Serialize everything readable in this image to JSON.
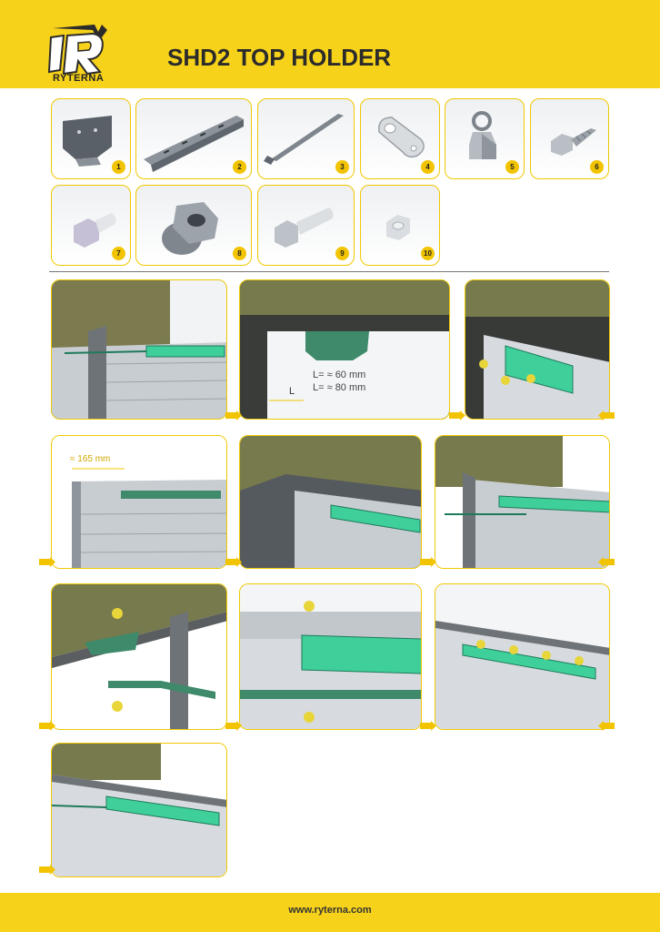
{
  "header": {
    "logo_text": "RYTERNA",
    "title": "SHD2 TOP HOLDER"
  },
  "parts": [
    {
      "number": "1",
      "icon": "mounting-bracket-icon"
    },
    {
      "number": "2",
      "icon": "angle-rail-icon"
    },
    {
      "number": "3",
      "icon": "rod-icon"
    },
    {
      "number": "4",
      "icon": "eye-plate-icon"
    },
    {
      "number": "5",
      "icon": "eye-nut-icon"
    },
    {
      "number": "6",
      "icon": "self-tapping-screw-icon"
    },
    {
      "number": "7",
      "icon": "hex-bolt-short-icon"
    },
    {
      "number": "8",
      "icon": "hex-nut-icon"
    },
    {
      "number": "9",
      "icon": "hex-bolt-icon"
    },
    {
      "number": "10",
      "icon": "small-nut-icon"
    }
  ],
  "steps": {
    "step2": {
      "dim_label": "L",
      "dim_line1": "L= ≈ 60 mm",
      "dim_line2": "L= ≈ 80 mm"
    },
    "step4": {
      "dim_line": "≈ 165 mm"
    }
  },
  "colors": {
    "brand_yellow": "#f7d21a",
    "highlight_green": "#3fcf9a",
    "wall_olive": "#7b7b4f"
  },
  "footer": {
    "url": "www.ryterna.com"
  }
}
